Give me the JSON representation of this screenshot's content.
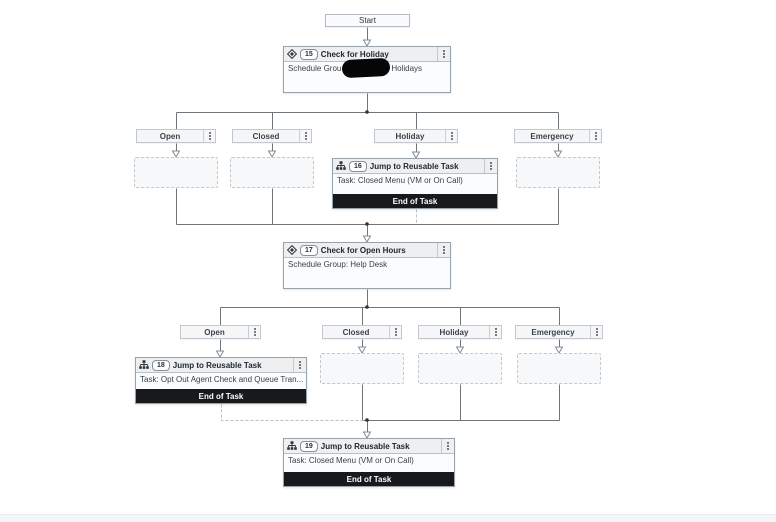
{
  "start": {
    "label": "Start"
  },
  "nodes": [
    {
      "id": "15",
      "type": "decision",
      "icon": "decision-diamond-icon",
      "title": "Check for Holiday",
      "body_prefix": "Schedule Grou",
      "body_redacted": true,
      "body_suffix": "Holidays"
    },
    {
      "id": "16",
      "type": "reusable-task",
      "icon": "sitemap-icon",
      "title": "Jump to Reusable Task",
      "body": "Task: Closed Menu (VM or On Call)",
      "footer": "End of Task"
    },
    {
      "id": "17",
      "type": "decision",
      "icon": "decision-diamond-icon",
      "title": "Check for Open Hours",
      "body": "Schedule Group: Help Desk"
    },
    {
      "id": "18",
      "type": "reusable-task",
      "icon": "sitemap-icon",
      "title": "Jump to Reusable Task",
      "body": "Task: Opt Out Agent Check and Queue Tran...",
      "footer": "End of Task"
    },
    {
      "id": "19",
      "type": "reusable-task",
      "icon": "sitemap-icon",
      "title": "Jump to Reusable Task",
      "body": "Task: Closed Menu (VM or On Call)",
      "footer": "End of Task"
    }
  ],
  "branches": {
    "row1": [
      "Open",
      "Closed",
      "Holiday",
      "Emergency"
    ],
    "row2": [
      "Open",
      "Closed",
      "Holiday",
      "Emergency"
    ]
  },
  "colors": {
    "node_header_bg": "#edeff1",
    "node_border": "#9aa2a9",
    "end_bar_bg": "#17191c",
    "wire_solid": "#6e757b",
    "wire_dashed": "#b9c0c6",
    "branch_bg": "#f5f6f8"
  }
}
